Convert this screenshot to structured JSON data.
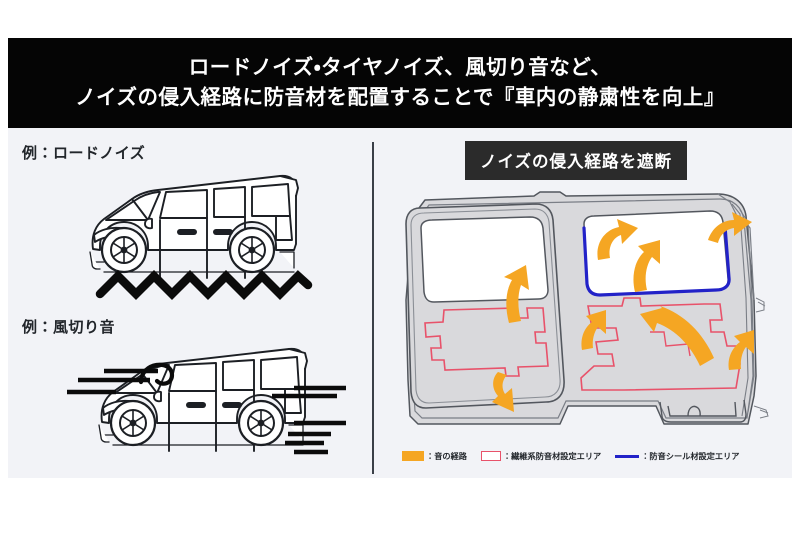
{
  "header": {
    "line1": "ロードノイズ・タイヤノイズ、風切り音など、",
    "line2": "ノイズの侵入経路に防音材を配置することで『車内の静粛性を向上』"
  },
  "left_panel": {
    "example_road_noise_label": "例：ロードノイズ",
    "example_wind_noise_label": "例：風切り音",
    "road_noise_icon": "zigzag-wave-icon",
    "wind_noise_icon": "wind-streak-icon",
    "vehicle_icon": "minivan-side-view-icon"
  },
  "right_panel": {
    "badge_label": "ノイズの侵入経路を遮断",
    "diagram_icon": "vehicle-body-side-panel-icon",
    "legend": [
      {
        "swatch": "fill",
        "color": "#f5a623",
        "label": "：音の経路"
      },
      {
        "swatch": "box",
        "color": "#e8526a",
        "label": "：繊維系防音材設定エリア"
      },
      {
        "swatch": "line",
        "color": "#2222c8",
        "label": "：防音シール材設定エリア"
      }
    ]
  },
  "colors": {
    "header_bg": "#050505",
    "content_bg": "#f2f3f7",
    "badge_bg": "#2b2b2b",
    "arrow_orange": "#f5a623",
    "fiber_area_red": "#e8526a",
    "seal_blue": "#2222c8",
    "body_gray": "#d9d9dc",
    "outline_gray": "#53575e",
    "text_dark": "#22262b"
  }
}
